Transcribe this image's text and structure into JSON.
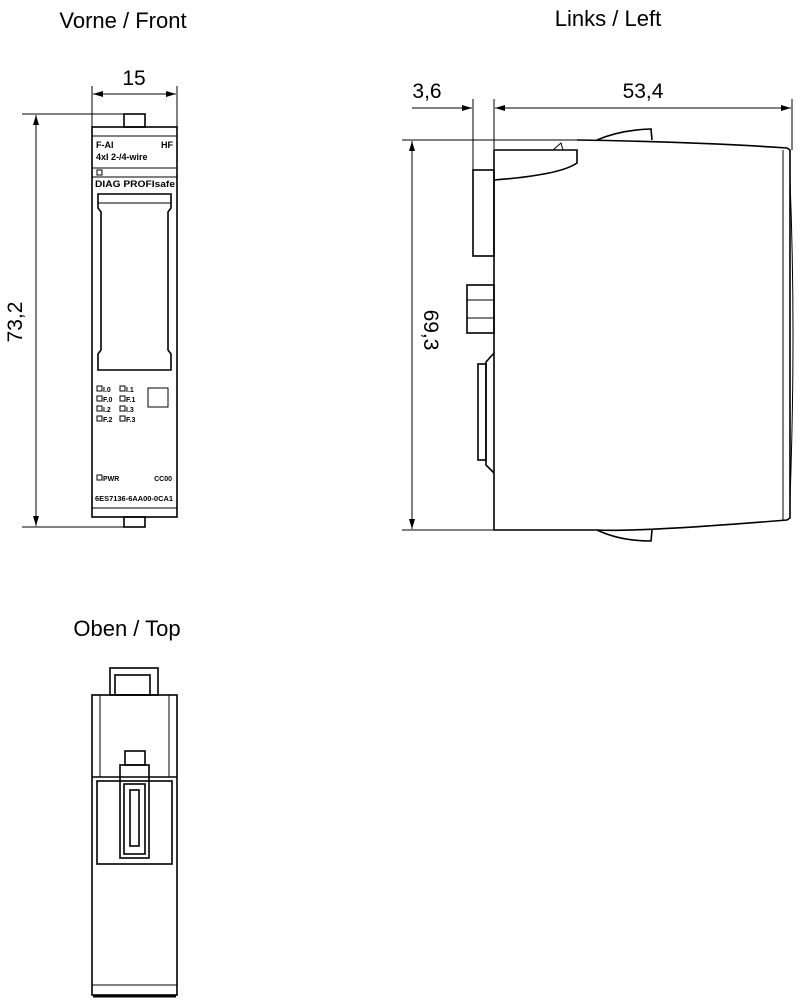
{
  "views": {
    "front": {
      "title": "Vorne / Front",
      "width_dim": "15",
      "height_dim": "73,2",
      "label_module": "F-AI",
      "label_hf": "HF",
      "label_channels": "4xI 2-/4-wire",
      "label_diag": "DIAG PROFIsafe",
      "leds": [
        "I.0",
        "I.1",
        "F.0",
        "F.1",
        "I.2",
        "I.3",
        "F.2",
        "F.3"
      ],
      "pwr": "PWR",
      "code": "CC00",
      "part_number": "6ES7136-6AA00-0CA1"
    },
    "left": {
      "title": "Links / Left",
      "offset_dim": "3,6",
      "depth_dim": "53,4",
      "height_dim": "69,3"
    },
    "top": {
      "title": "Oben / Top"
    }
  }
}
